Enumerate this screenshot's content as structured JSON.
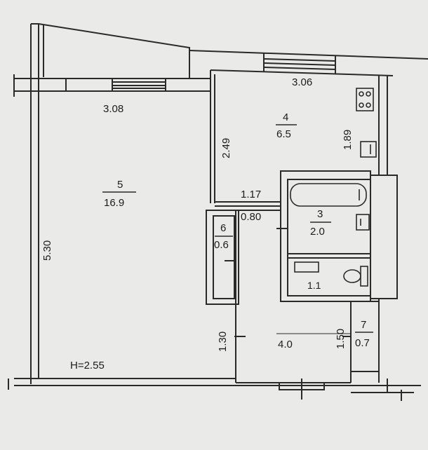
{
  "plan": {
    "ceiling_height": "H=2.55",
    "rooms": [
      {
        "id": "5",
        "number": "5",
        "area": "16.9"
      },
      {
        "id": "4",
        "number": "4",
        "area": "6.5"
      },
      {
        "id": "3",
        "number": "3",
        "area": "2.0"
      },
      {
        "id": "6",
        "number": "6",
        "area": "0.6"
      },
      {
        "id": "7",
        "number": "7",
        "area": "0.7"
      },
      {
        "id": "1",
        "number": "",
        "area": "4.0"
      },
      {
        "id": "2",
        "number": "",
        "area": "1.1"
      }
    ],
    "dimensions": {
      "d_308": "3.08",
      "d_306": "3.06",
      "d_249": "2.49",
      "d_189": "1.89",
      "d_117": "1.17",
      "d_080": "0.80",
      "d_530": "5.30",
      "d_130": "1.30",
      "d_150": "1.50"
    }
  }
}
